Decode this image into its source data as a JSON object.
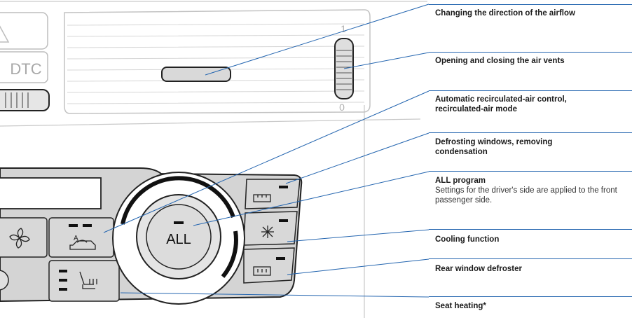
{
  "panel": {
    "dtc_label": "DTC",
    "all_button_label": "ALL",
    "recirc_auto_letter": "A",
    "vent_scale_max": "1",
    "vent_scale_min": "0"
  },
  "icons": [
    "hazard-icon",
    "fan-icon",
    "recirculation-car-icon",
    "windshield-defrost-icon",
    "snowflake-icon",
    "rear-defrost-icon",
    "seat-heating-icon"
  ],
  "callouts": [
    {
      "title": "Changing the direction of the airflow"
    },
    {
      "title": "Opening and closing the air vents"
    },
    {
      "title": "Automatic recirculated-air control,\nrecirculated-air mode"
    },
    {
      "title": "Defrosting windows, removing\ncondensation"
    },
    {
      "title": "ALL program",
      "description": "Settings for the driver's side are applied to the front passenger side."
    },
    {
      "title": "Cooling function"
    },
    {
      "title": "Rear window defroster"
    },
    {
      "title": "Seat heating*"
    }
  ],
  "colors": {
    "leader_line": "#2566b0",
    "panel_gray": "#d4d4d4",
    "line_art": "#222222"
  }
}
